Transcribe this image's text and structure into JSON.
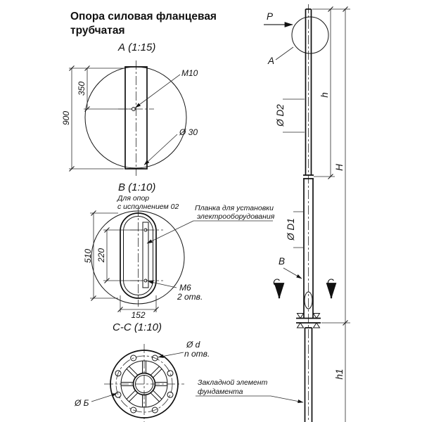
{
  "title": {
    "line1": "Опора силовая фланцевая",
    "line2": "трубчатая"
  },
  "view_a": {
    "label": "А  (1:15)",
    "dim_height": "900",
    "dim_hole": "350",
    "thread_label": "М10",
    "diameter_label": "Ø 30"
  },
  "view_b": {
    "label": "В  (1:10)",
    "note_line1": "Для опор",
    "note_line2": "с исполнением 02",
    "callout_line1": "Планка для установки",
    "callout_line2": "электрооборудования",
    "dim_length": "510",
    "dim_holes": "220",
    "dim_width": "152",
    "thread_label": "М6",
    "holes_label": "2 отв."
  },
  "view_cc": {
    "label": "С-С  (1:10)",
    "hole_dia_label": "Ø d",
    "holes_count_label": "n отв.",
    "bolt_circle_label": "Ø Б"
  },
  "elevation": {
    "force_label": "Р",
    "detail_a_label": "А",
    "detail_b_label": "В",
    "section_left_label": "С",
    "section_right_label": "С",
    "dia_upper_label": "Ø D2",
    "dia_lower_label": "Ø D1",
    "dim_upper": "h",
    "dim_total": "H",
    "dim_foundation": "h1",
    "foundation_note_line1": "Закладной элемент",
    "foundation_note_line2": "фундамента"
  }
}
